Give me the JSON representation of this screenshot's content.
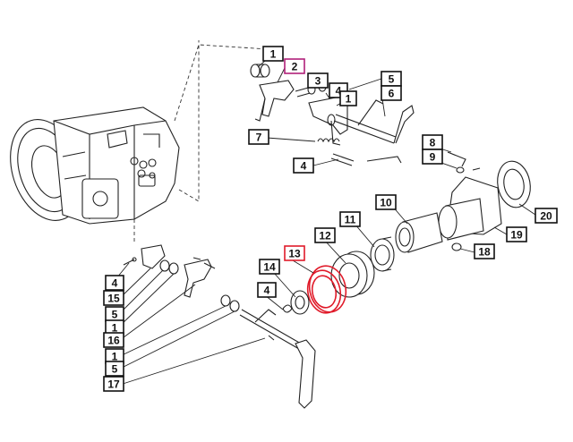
{
  "title": "",
  "accent_colors": {
    "selected_red": "#e01b2a",
    "selected_pink": "#b0207a"
  },
  "callouts": [
    {
      "id": "c1a",
      "label": "1",
      "highlight": ""
    },
    {
      "id": "c2",
      "label": "2",
      "highlight": "pink"
    },
    {
      "id": "c3",
      "label": "3",
      "highlight": ""
    },
    {
      "id": "c4a",
      "label": "4",
      "highlight": ""
    },
    {
      "id": "c1b",
      "label": "1",
      "highlight": ""
    },
    {
      "id": "c5a",
      "label": "5",
      "highlight": ""
    },
    {
      "id": "c6",
      "label": "6",
      "highlight": ""
    },
    {
      "id": "c7",
      "label": "7",
      "highlight": ""
    },
    {
      "id": "c4b",
      "label": "4",
      "highlight": ""
    },
    {
      "id": "c8",
      "label": "8",
      "highlight": ""
    },
    {
      "id": "c9",
      "label": "9",
      "highlight": ""
    },
    {
      "id": "c10",
      "label": "10",
      "highlight": ""
    },
    {
      "id": "c11",
      "label": "11",
      "highlight": ""
    },
    {
      "id": "c12",
      "label": "12",
      "highlight": ""
    },
    {
      "id": "c13",
      "label": "13",
      "highlight": "red"
    },
    {
      "id": "c14",
      "label": "14",
      "highlight": ""
    },
    {
      "id": "c4c",
      "label": "4",
      "highlight": ""
    },
    {
      "id": "c18",
      "label": "18",
      "highlight": ""
    },
    {
      "id": "c19",
      "label": "19",
      "highlight": ""
    },
    {
      "id": "c20",
      "label": "20",
      "highlight": ""
    },
    {
      "id": "c4d",
      "label": "4",
      "highlight": ""
    },
    {
      "id": "c15",
      "label": "15",
      "highlight": ""
    },
    {
      "id": "c5b",
      "label": "5",
      "highlight": ""
    },
    {
      "id": "c1c",
      "label": "1",
      "highlight": ""
    },
    {
      "id": "c16",
      "label": "16",
      "highlight": ""
    },
    {
      "id": "c1d",
      "label": "1",
      "highlight": ""
    },
    {
      "id": "c5c",
      "label": "5",
      "highlight": ""
    },
    {
      "id": "c17",
      "label": "17",
      "highlight": ""
    }
  ]
}
